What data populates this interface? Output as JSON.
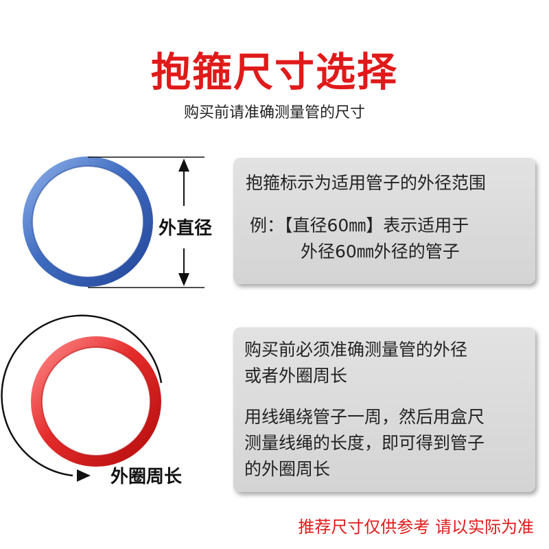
{
  "header": {
    "title": "抱箍尺寸选择",
    "subtitle": "购买前请准确测量管的尺寸"
  },
  "outer_diameter": {
    "label": "外直径",
    "panel_lines": [
      "抱箍标示为适用管子的外径范围",
      "例：【直径60㎜】表示适用于",
      "外径60㎜外径的管子"
    ]
  },
  "circumference": {
    "label": "外圈周长",
    "panel_lines": [
      "购买前必须准确测量管的外径",
      "或者外圈周长",
      "用线绳绕管子一周，然后用盒尺",
      "测量线绳的长度，即可得到管子",
      "的外圈周长"
    ]
  },
  "footer": {
    "note": "推荐尺寸仅供参考 请以实际为准"
  },
  "colors": {
    "title_red": "#e01a1a",
    "ring_blue": "#4a78c8",
    "ring_red": "#e02a2a",
    "panel_gray": "#d9d9d9"
  }
}
